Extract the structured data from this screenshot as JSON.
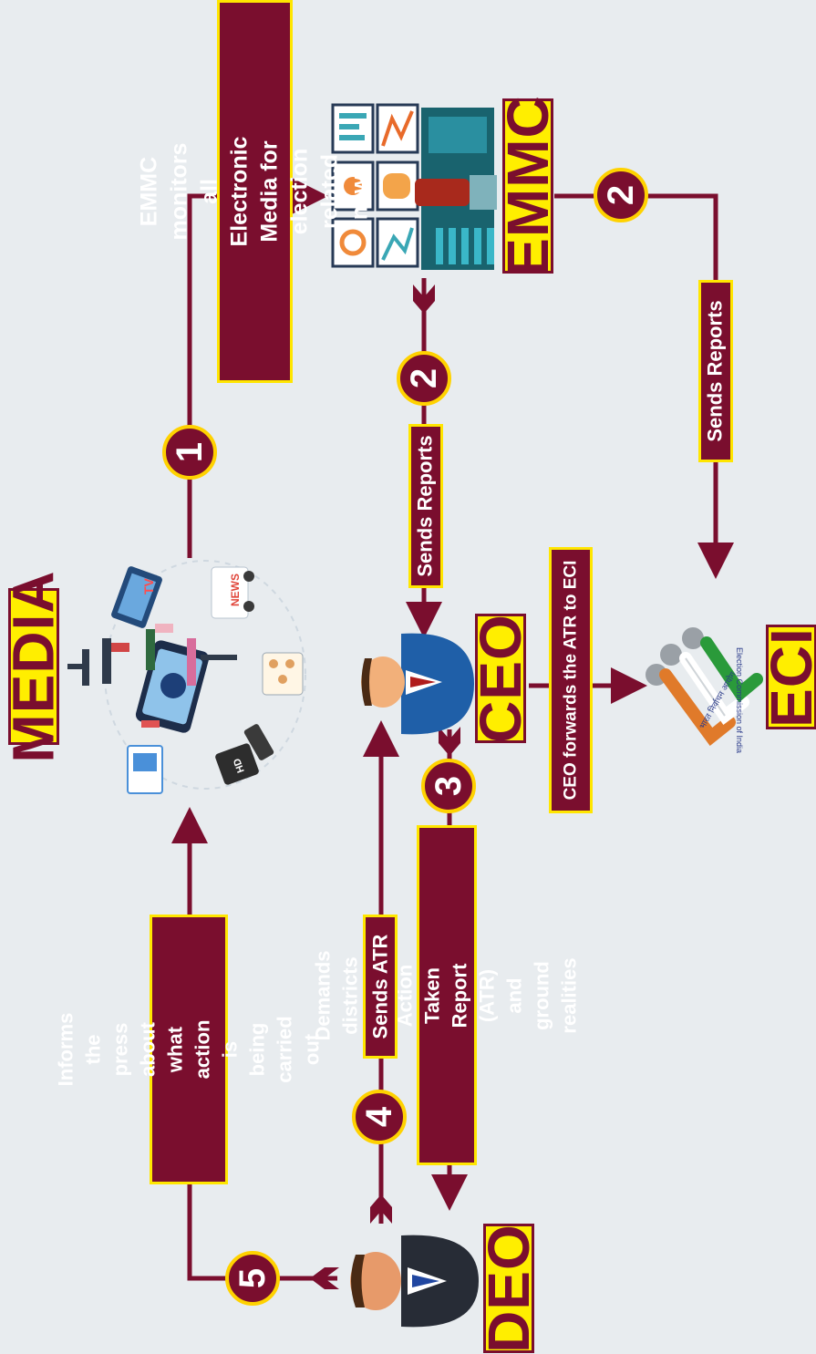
{
  "nodes": {
    "media": "MEDIA",
    "emmc": "EMMC",
    "ceo": "CEO",
    "eci": "ECI",
    "deo": "DEO"
  },
  "labels": {
    "emmc_monitors": "EMMC monitors all Electronic\nMedia for election related news",
    "sends_reports_ceo": "Sends Reports",
    "sends_reports_eci": "Sends Reports",
    "ceo_forwards": "CEO forwards the ATR to ECI",
    "demands": "Demands districts for Action Taken\nReport (ATR) and ground realities",
    "sends_atr": "Sends ATR",
    "informs_press": "Informs the press about what\naction is being carried out"
  },
  "steps": {
    "one": "1",
    "two_a": "2",
    "two_b": "2",
    "three": "3",
    "four": "4",
    "five": "5"
  },
  "media_illustration": {
    "news": "NEWS",
    "tv": "TV",
    "hd": "HD"
  },
  "eci_logo": {
    "hindi": "भारत निर्वाचन आयोग",
    "english": "Election Commission of India"
  },
  "colors": {
    "maroon": "#7a0e2e",
    "yellow": "#ffee00",
    "background": "#e8ecef"
  }
}
